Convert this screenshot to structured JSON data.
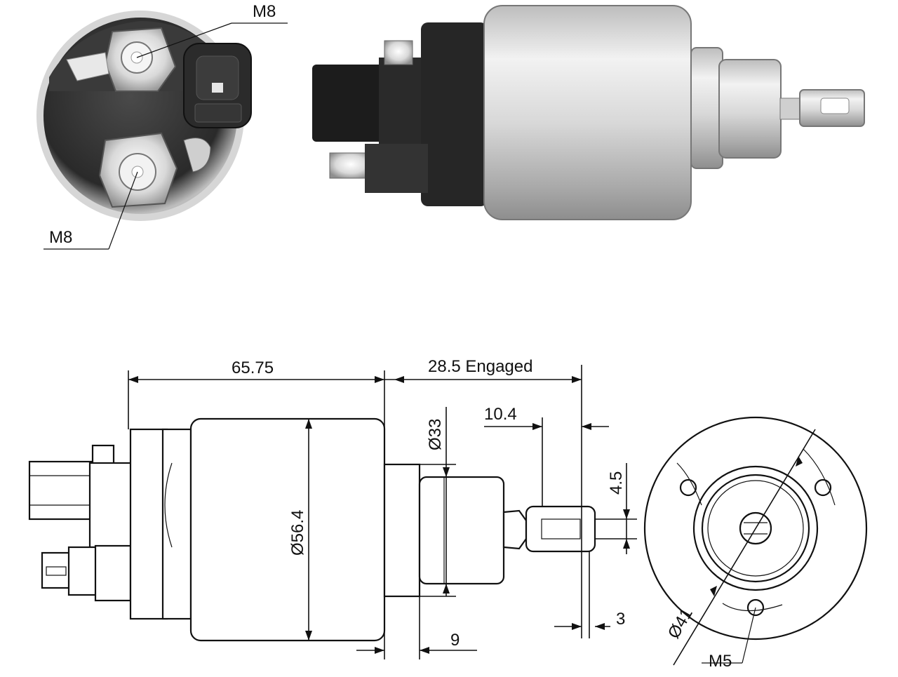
{
  "photo_labels": {
    "terminal_top": "M8",
    "terminal_bottom": "M8"
  },
  "dimensions": {
    "body_length": "65.75",
    "stroke": "28.5 Engaged",
    "lug_offset": "10.4",
    "plunger_diameter": "Ø33",
    "body_diameter": "Ø56.4",
    "lug_width": "4.5",
    "lug_thickness": "3",
    "collar_length": "9",
    "bolt_circle": "Ø41",
    "mount_thread": "M5"
  },
  "colors": {
    "steel_light": "#e6e6e6",
    "steel_dark": "#8a8a8a",
    "plastic": "#1c1c1c"
  }
}
